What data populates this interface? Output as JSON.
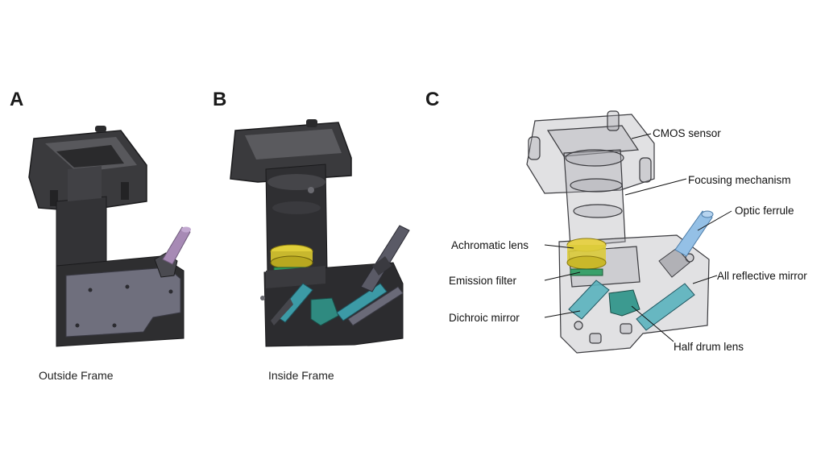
{
  "panels": {
    "a": {
      "letter": "A",
      "caption": "Outside Frame"
    },
    "b": {
      "letter": "B",
      "caption": "Inside Frame"
    },
    "c": {
      "letter": "C"
    }
  },
  "callouts": {
    "cmos_sensor": "CMOS sensor",
    "focusing_mechanism": "Focusing mechanism",
    "optic_ferrule": "Optic ferrule",
    "achromatic_lens": "Achromatic lens",
    "emission_filter": "Emission filter",
    "all_reflective_mirror": "All reflective mirror",
    "dichroic_mirror": "Dichroic mirror",
    "half_drum_lens": "Half drum lens"
  },
  "colors": {
    "frame_dark": "#2e2e30",
    "plate_gray": "#6a6a78",
    "ferrule_purple": "#a78ab5",
    "lens_yellow": "#e0cf3a",
    "filter_green": "#2e9a5e",
    "mirror_teal": "#3c9aa6",
    "drum_teal": "#2f8a80",
    "ferrule_blue": "#8ab8e0"
  }
}
